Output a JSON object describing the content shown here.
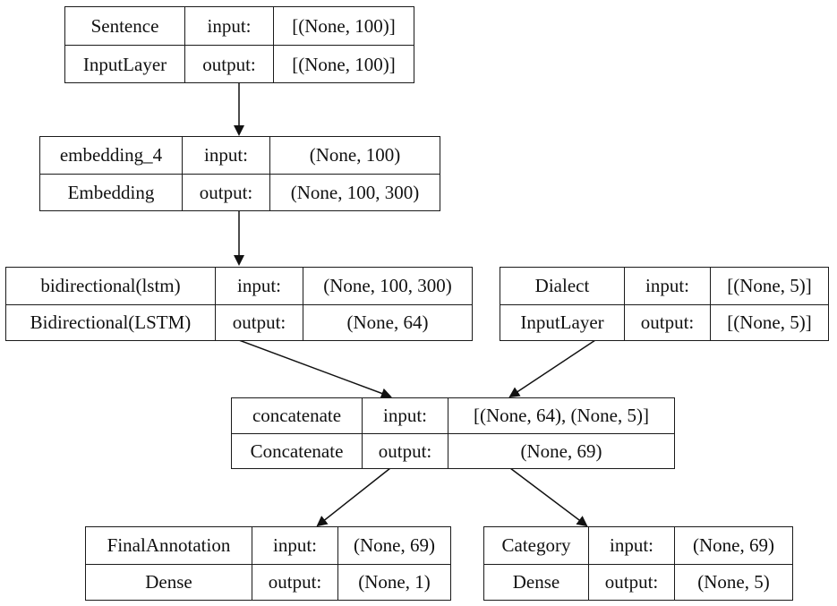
{
  "labels": {
    "input": "input:",
    "output": "output:"
  },
  "nodes": {
    "sentence": {
      "name": "Sentence",
      "type": "InputLayer",
      "input": "[(None, 100)]",
      "output": "[(None, 100)]"
    },
    "embedding": {
      "name": "embedding_4",
      "type": "Embedding",
      "input": "(None, 100)",
      "output": "(None, 100, 300)"
    },
    "bidir": {
      "name": "bidirectional(lstm)",
      "type": "Bidirectional(LSTM)",
      "input": "(None, 100, 300)",
      "output": "(None, 64)"
    },
    "dialect": {
      "name": "Dialect",
      "type": "InputLayer",
      "input": "[(None, 5)]",
      "output": "[(None, 5)]"
    },
    "concat": {
      "name": "concatenate",
      "type": "Concatenate",
      "input": "[(None, 64), (None, 5)]",
      "output": "(None, 69)"
    },
    "final": {
      "name": "FinalAnnotation",
      "type": "Dense",
      "input": "(None, 69)",
      "output": "(None, 1)"
    },
    "category": {
      "name": "Category",
      "type": "Dense",
      "input": "(None, 69)",
      "output": "(None, 5)"
    }
  }
}
